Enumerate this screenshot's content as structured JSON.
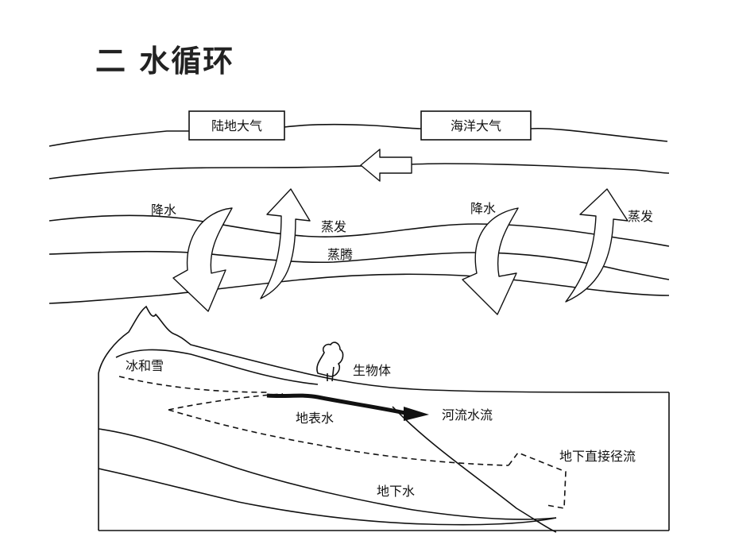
{
  "title": "二 水循环",
  "labels": {
    "land_atmosphere": "陆地大气",
    "ocean_atmosphere": "海洋大气",
    "precip_land": "降水",
    "evaporation_land": "蒸发",
    "transpiration": "蒸腾",
    "precip_ocean": "降水",
    "evaporation_ocean": "蒸发",
    "ice_snow": "冰和雪",
    "biomass": "生物体",
    "surface_water": "地表水",
    "river_flow": "河流水流",
    "direct_groundwater_runoff": "地下直接径流",
    "groundwater": "地下水"
  }
}
